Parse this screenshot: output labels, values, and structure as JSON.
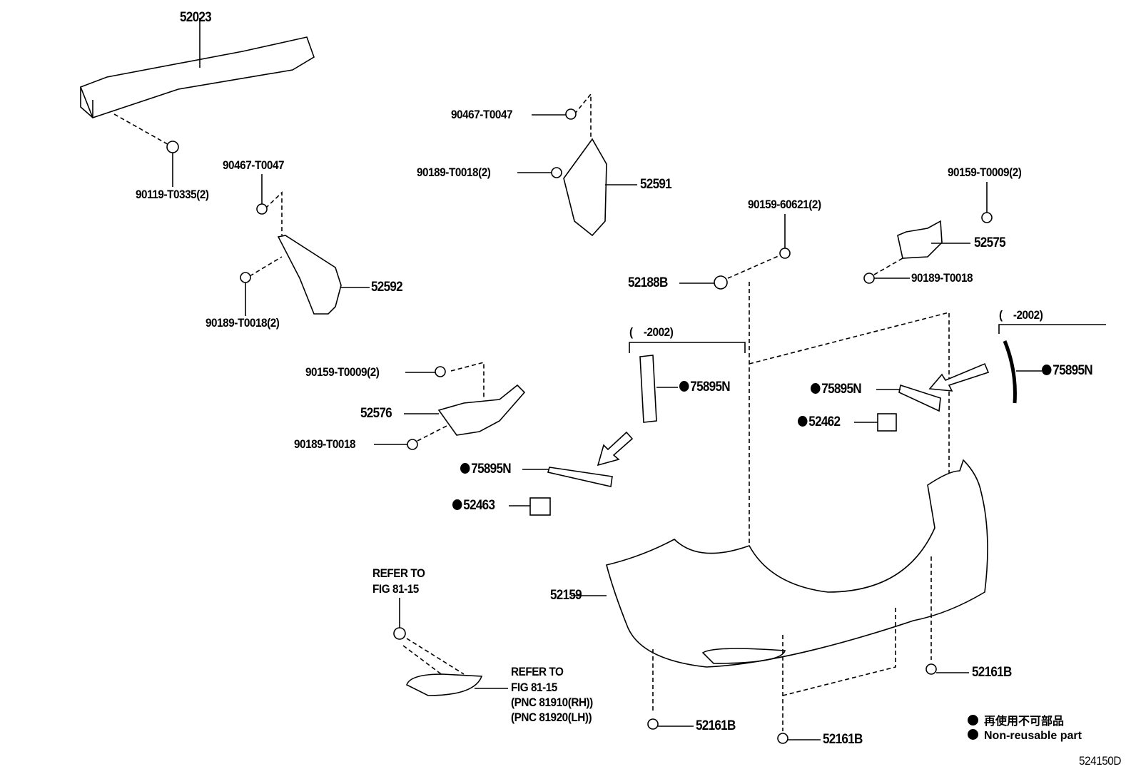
{
  "diagram_id": "524150D",
  "parts": {
    "p52023": "52023",
    "p90119_T0335": "90119-T0335(2)",
    "p90467_T0047_a": "90467-T0047",
    "p90189_T0018_2a": "90189-T0018(2)",
    "p52592": "52592",
    "p90467_T0047_b": "90467-T0047",
    "p90189_T0018_2b": "90189-T0018(2)",
    "p52591": "52591",
    "p90159_60621": "90159-60621(2)",
    "p52188B": "52188B",
    "p90159_T0009_a": "90159-T0009(2)",
    "p52575": "52575",
    "p90189_T0018_a": "90189-T0018",
    "range_a": "(    -2002)",
    "range_b": "(    -2002)",
    "p75895N_a": "75895N",
    "p75895N_b": "75895N",
    "p75895N_c": "75895N",
    "p75895N_d": "75895N",
    "p52462": "52462",
    "p52463": "52463",
    "p90159_T0009_b": "90159-T0009(2)",
    "p52576": "52576",
    "p90189_T0018_b": "90189-T0018",
    "p52159": "52159",
    "p52161B_a": "52161B",
    "p52161B_b": "52161B",
    "p52161B_c": "52161B"
  },
  "refs": {
    "ref1_l1": "REFER TO",
    "ref1_l2": "FIG 81-15",
    "ref2_l1": "REFER TO",
    "ref2_l2": "FIG 81-15",
    "ref2_l3": "(PNC 81910(RH))",
    "ref2_l4": "(PNC 81920(LH))"
  },
  "legend": {
    "jp": "再使用不可部品",
    "en": "Non-reusable part"
  }
}
